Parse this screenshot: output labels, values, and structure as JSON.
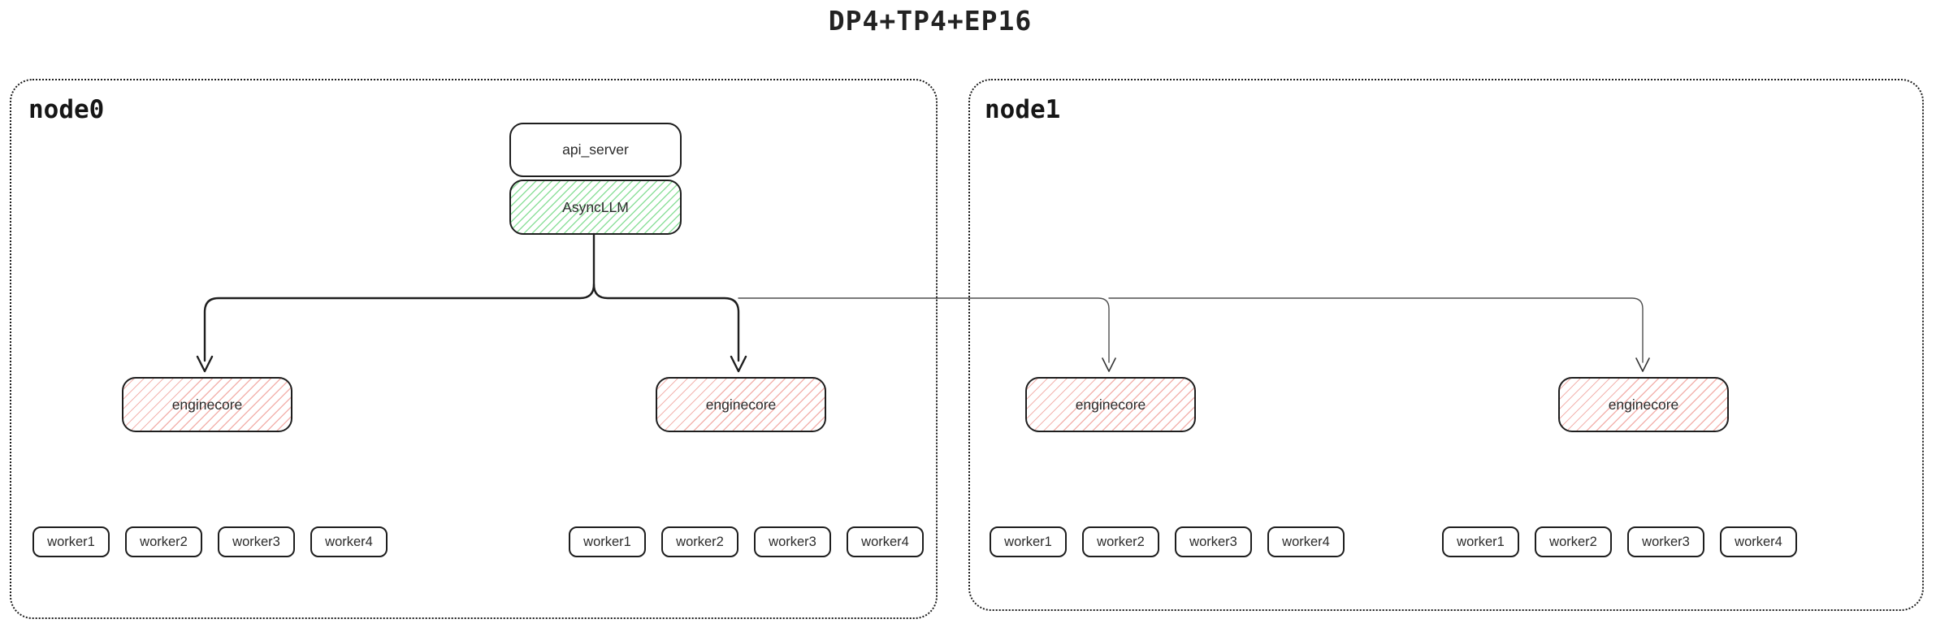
{
  "title": "DP4+TP4+EP16",
  "colors": {
    "ink": "#1e1e1e",
    "thin-line": "#4f4f4f",
    "green-hatch": "#8ee09c",
    "pink-hatch": "#f3b3ae"
  },
  "nodes": [
    {
      "label": "node0",
      "api_server_label": "api_server",
      "asyncllm_label": "AsyncLLM",
      "enginecores": [
        {
          "label": "enginecore",
          "workers": [
            "worker1",
            "worker2",
            "worker3",
            "worker4"
          ]
        },
        {
          "label": "enginecore",
          "workers": [
            "worker1",
            "worker2",
            "worker3",
            "worker4"
          ]
        }
      ]
    },
    {
      "label": "node1",
      "enginecores": [
        {
          "label": "enginecore",
          "workers": [
            "worker1",
            "worker2",
            "worker3",
            "worker4"
          ]
        },
        {
          "label": "enginecore",
          "workers": [
            "worker1",
            "worker2",
            "worker3",
            "worker4"
          ]
        }
      ]
    }
  ]
}
